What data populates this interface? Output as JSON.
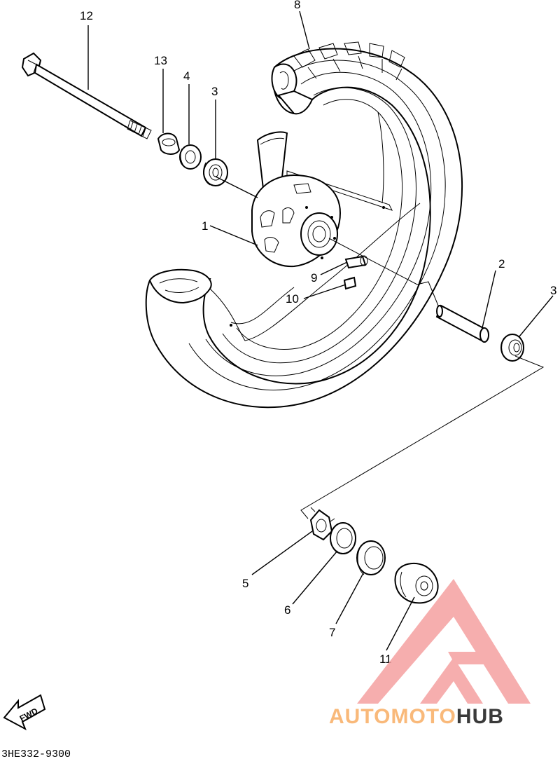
{
  "diagram": {
    "callouts": [
      {
        "id": "c12",
        "text": "12"
      },
      {
        "id": "c13",
        "text": "13"
      },
      {
        "id": "c4",
        "text": "4"
      },
      {
        "id": "c3a",
        "text": "3"
      },
      {
        "id": "c8",
        "text": "8"
      },
      {
        "id": "c1",
        "text": "1"
      },
      {
        "id": "c9",
        "text": "9"
      },
      {
        "id": "c10",
        "text": "10"
      },
      {
        "id": "c2",
        "text": "2"
      },
      {
        "id": "c3b",
        "text": "3"
      },
      {
        "id": "c5",
        "text": "5"
      },
      {
        "id": "c6",
        "text": "6"
      },
      {
        "id": "c7",
        "text": "7"
      },
      {
        "id": "c11",
        "text": "11"
      }
    ],
    "fwd_label": "FWD",
    "drawing_code": "3HE332-9300"
  },
  "watermark": {
    "part1": "AUTOMOTO",
    "part2": "HUB",
    "color1": "#f9b97a",
    "color2": "#3a3a3a",
    "logo_color": "#f5a0a0"
  }
}
